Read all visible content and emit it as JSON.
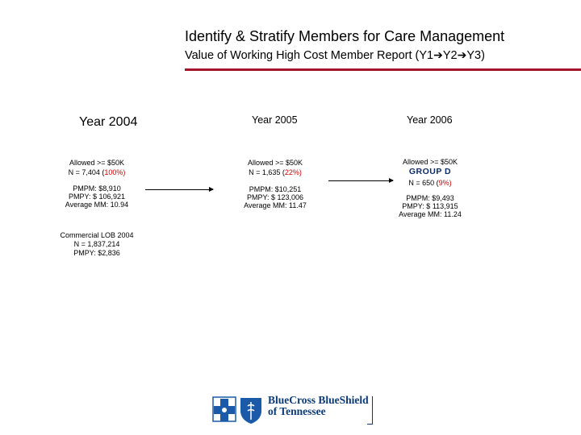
{
  "header": {
    "title": "Identify & Stratify Members for Care Management",
    "subtitle_prefix": "Value of Working High Cost Member Report (Y1",
    "subtitle_mid": "Y2",
    "subtitle_suffix": "Y3)",
    "arrow_glyph": "➔"
  },
  "colors": {
    "rule": "#a3132a",
    "highlight": "#cc0000",
    "group": "#0d2c6b"
  },
  "year2004": {
    "year": "Year 2004",
    "allowed": "Allowed  >= $50K",
    "n_prefix": "N = 7,404 (",
    "n_pct": "100%",
    "n_suffix": ")",
    "pmpm": "PMPM: $8,910",
    "pmpy": "PMPY: $ 106,921",
    "avg_mm": "Average MM: 10.94",
    "lob": "Commercial LOB 2004",
    "lob_n": "N = 1,837,214",
    "lob_pmpy": "PMPY: $2,836"
  },
  "year2005": {
    "year": "Year 2005",
    "allowed": "Allowed  >= $50K",
    "n_prefix": "N = 1,635 (",
    "n_pct": "22%",
    "n_suffix": ")",
    "pmpm": "PMPM: $10,251",
    "pmpy": "PMPY: $ 123,006",
    "avg_mm": "Average MM: 11.47"
  },
  "year2006": {
    "year": "Year 2006",
    "allowed": "Allowed  >= $50K",
    "group": "GROUP D",
    "n_prefix": "N = 650 (",
    "n_pct": "9%",
    "n_suffix": ")",
    "pmpm": "PMPM: $9,493",
    "pmpy": "PMPY: $ 113,915",
    "avg_mm": "Average MM: 11.24"
  },
  "logo": {
    "line1": "BlueCross BlueShield",
    "line2": "of Tennessee"
  }
}
